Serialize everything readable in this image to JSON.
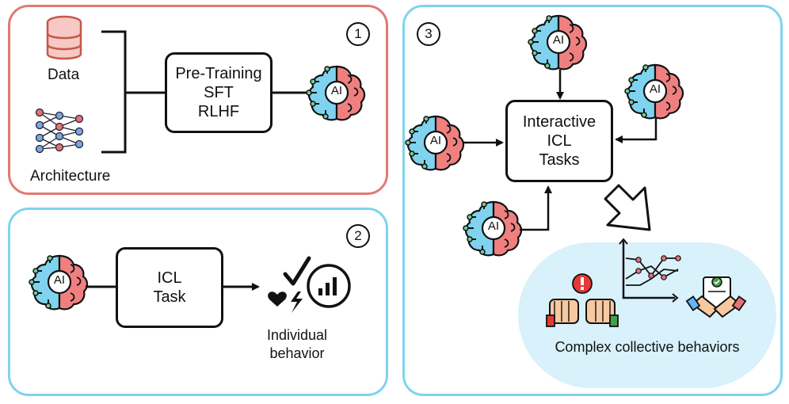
{
  "panel1": {
    "badge": "1",
    "data_label": "Data",
    "architecture_label": "Architecture",
    "training_box": [
      "Pre-Training",
      "SFT",
      "RLHF"
    ],
    "ai_text": "AI"
  },
  "panel2": {
    "badge": "2",
    "task_box": [
      "ICL",
      "Task"
    ],
    "outcome_label": [
      "Individual",
      "behavior"
    ],
    "ai_text": "AI"
  },
  "panel3": {
    "badge": "3",
    "task_box": [
      "Interactive",
      "ICL",
      "Tasks"
    ],
    "outcome_label": "Complex collective behaviors",
    "ai_text": "AI"
  },
  "colors": {
    "panel1_border": "#e07a72",
    "panel2_border": "#7fd3ee",
    "brain_left": "#7fd3ee",
    "brain_right": "#f08080",
    "outcome_bg": "#d8f1fb"
  }
}
